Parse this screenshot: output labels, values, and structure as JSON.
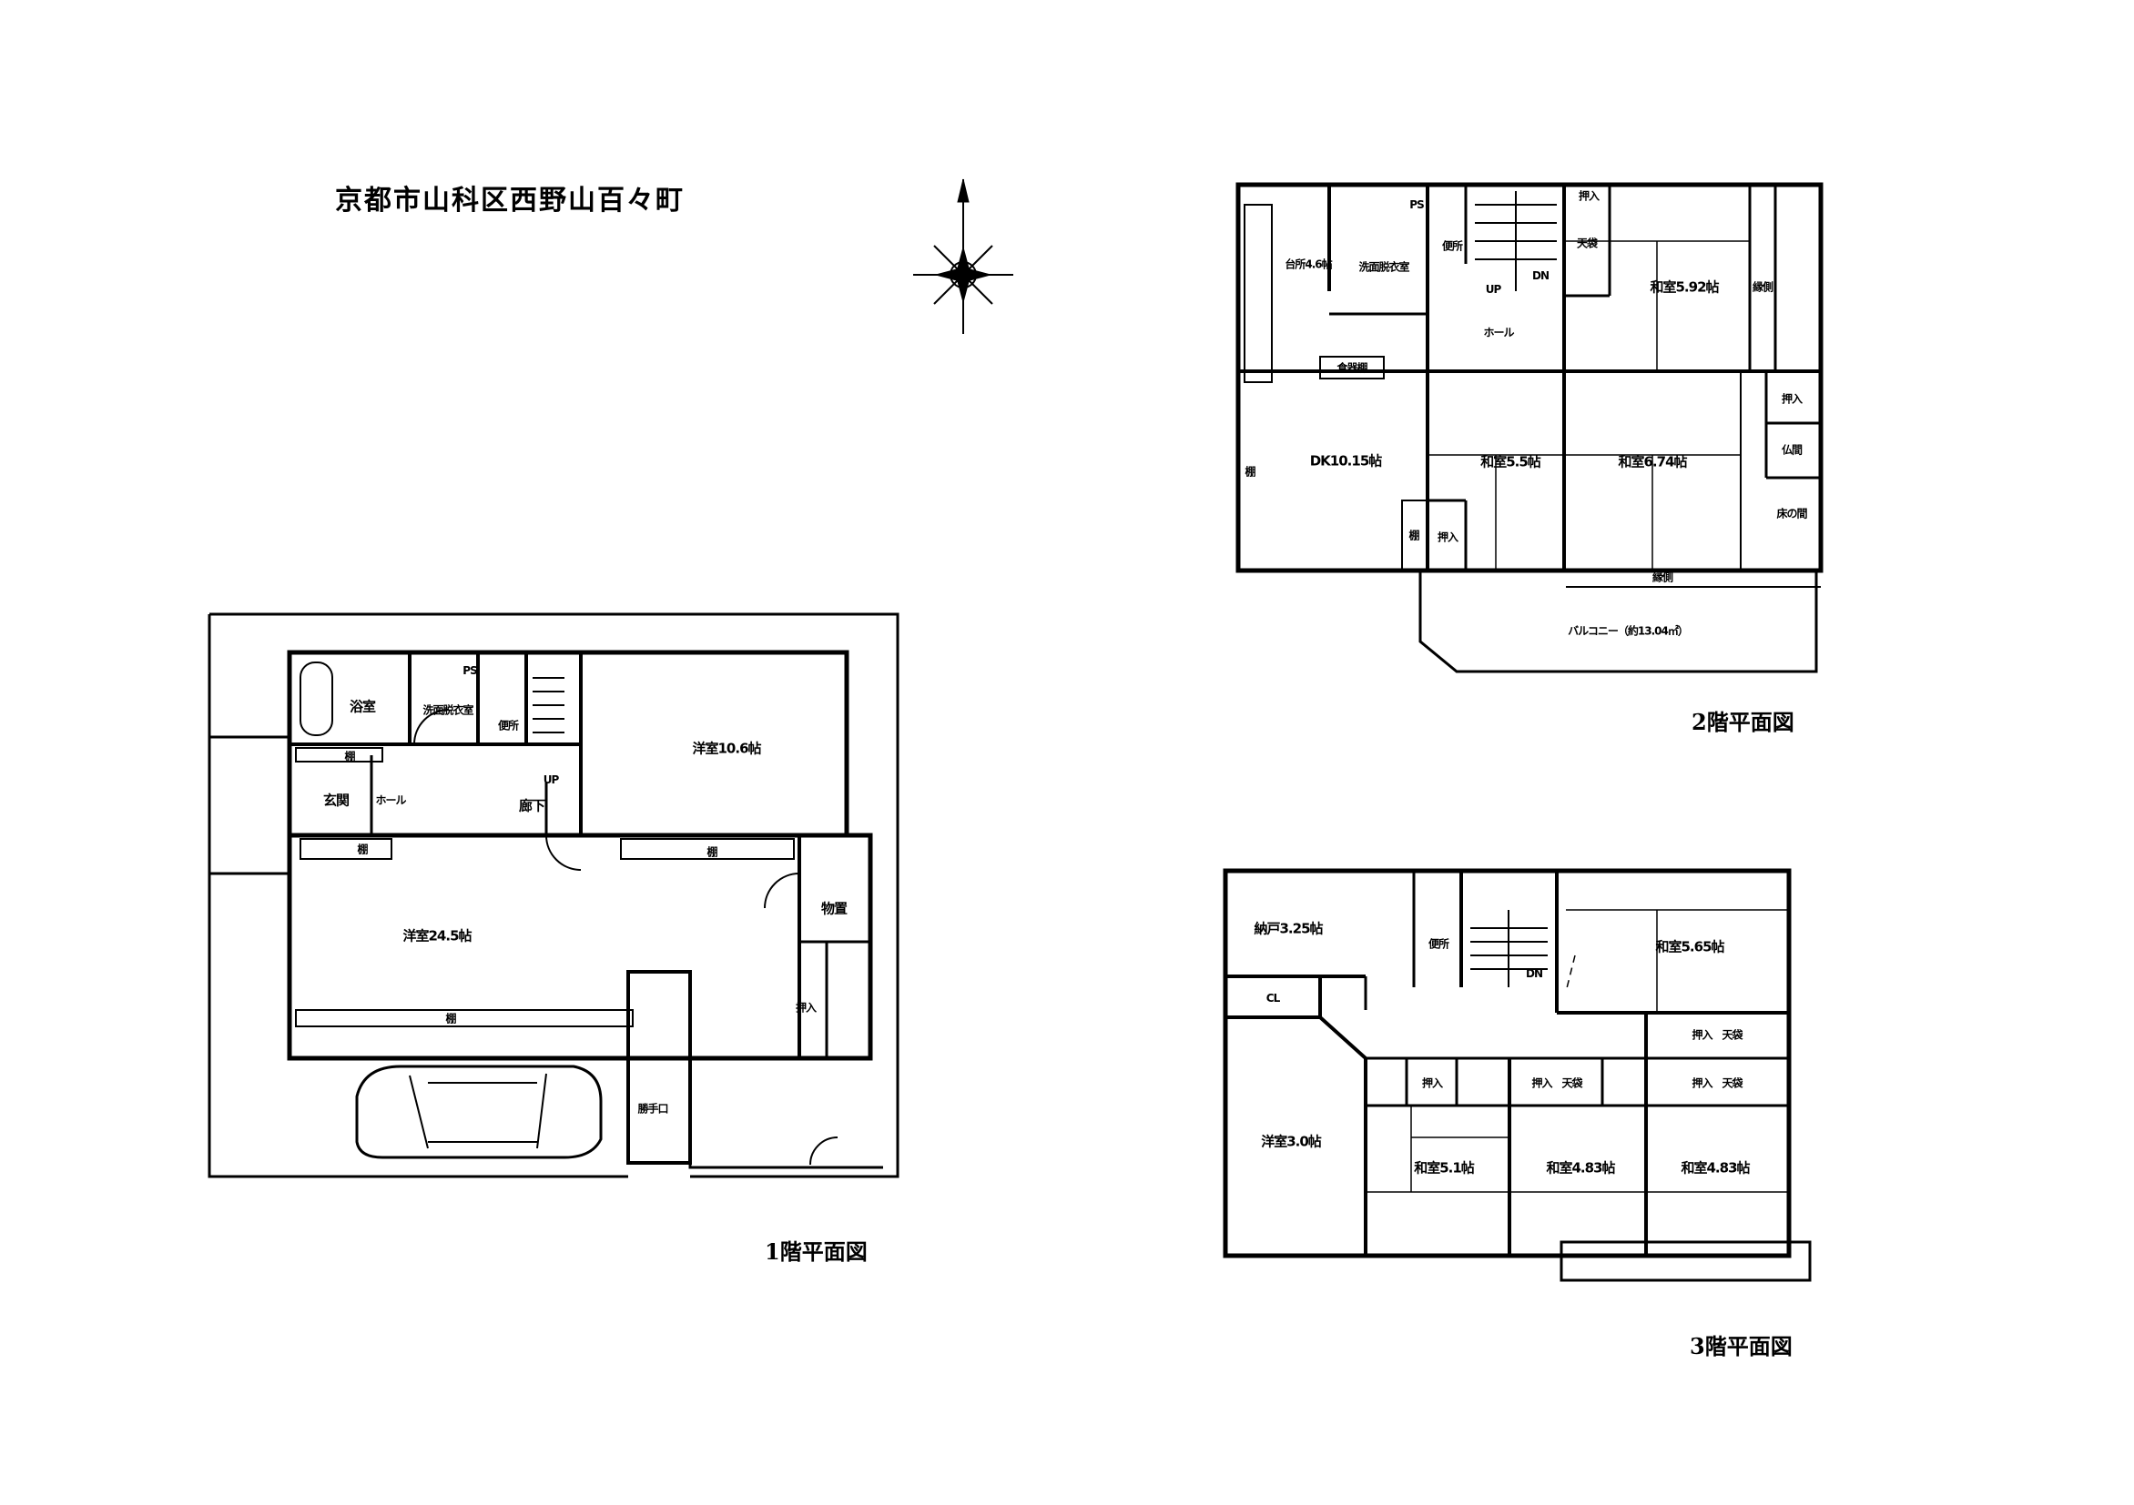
{
  "title": "京都市山科区西野山百々町",
  "compass_icon": "north-arrow-compass",
  "floors": {
    "f1": {
      "label": "1階平面図",
      "rooms": {
        "bath": "浴室",
        "washroom": "洗面脱衣室",
        "ps": "PS",
        "toilet": "便所",
        "western_106": "洋室10.6帖",
        "shelf1": "棚",
        "entrance": "玄関",
        "hall": "ホール",
        "corridor": "廊下",
        "up": "UP",
        "shelf2": "棚",
        "shelf3": "棚",
        "storage": "物置",
        "western_245": "洋室24.5帖",
        "closet": "押入",
        "shelf4": "棚",
        "back_door": "勝手口"
      }
    },
    "f2": {
      "label": "2階平面図",
      "rooms": {
        "kitchen": "台所4.6帖",
        "washroom": "洗面脱衣室",
        "ps": "PS",
        "toilet": "便所",
        "up": "UP",
        "dn": "DN",
        "closet1": "押入",
        "tenbukuro1": "天袋",
        "japanese_592": "和室5.92帖",
        "engawa1": "縁側",
        "hall": "ホール",
        "cupboard": "食器棚",
        "dk": "DK10.15帖",
        "shelf1": "棚",
        "japanese_55": "和室5.5帖",
        "japanese_674": "和室6.74帖",
        "closet2": "押入",
        "butsuma": "仏間",
        "tokonoma": "床の間",
        "shelf2": "棚",
        "closet3": "押入",
        "engawa2": "縁側",
        "balcony": "バルコニー（約13.04㎡）"
      }
    },
    "f3": {
      "label": "3階平面図",
      "rooms": {
        "storeroom": "納戸3.25帖",
        "toilet": "便所",
        "dn": "DN",
        "japanese_565": "和室5.65帖",
        "cl": "CL",
        "closet1": "押入　天袋",
        "closet2": "押入",
        "closet3": "押入　天袋",
        "closet4": "押入　天袋",
        "western_30": "洋室3.0帖",
        "japanese_51": "和室5.1帖",
        "japanese_483a": "和室4.83帖",
        "japanese_483b": "和室4.83帖"
      }
    }
  }
}
